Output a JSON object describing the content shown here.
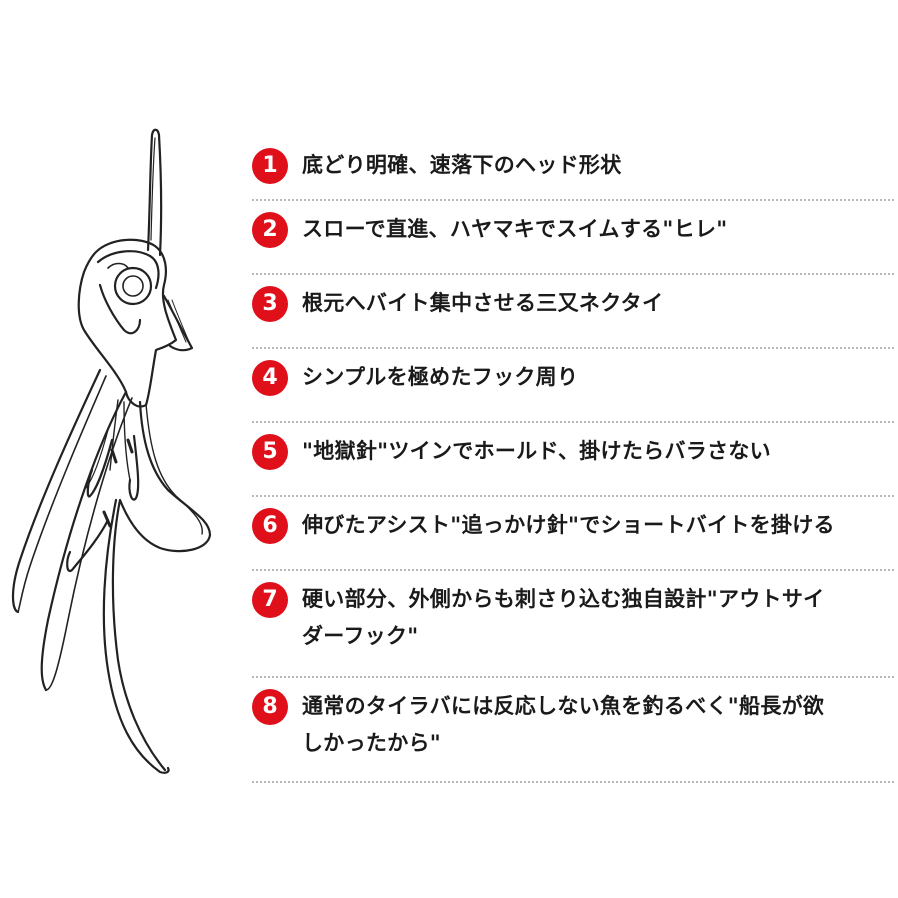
{
  "features": [
    {
      "number": "1",
      "text": "底どり明確、速落下のヘッド形状"
    },
    {
      "number": "2",
      "text": "スローで直進、ハヤマキでスイムする\"ヒレ\""
    },
    {
      "number": "3",
      "text": "根元へバイト集中させる三又ネクタイ"
    },
    {
      "number": "4",
      "text": "シンプルを極めたフック周り"
    },
    {
      "number": "5",
      "text": "\"地獄針\"ツインでホールド、掛けたらバラさない"
    },
    {
      "number": "6",
      "text": "伸びたアシスト\"追っかけ針\"でショートバイトを掛ける"
    },
    {
      "number": "7",
      "text": "硬い部分、外側からも刺さり込む独自設計\"アウトサイ\nダーフック\""
    },
    {
      "number": "8",
      "text": "通常のタイラバには反応しない魚を釣るべく\"船長が欲\nしかったから\""
    }
  ],
  "colors": {
    "badge": "#e0101b",
    "text": "#1a1a1a",
    "divider": "#b8b8b8",
    "line_art": "#222222"
  },
  "icons": {
    "illustration": "tai-rubber-jig-lure-illustration"
  }
}
